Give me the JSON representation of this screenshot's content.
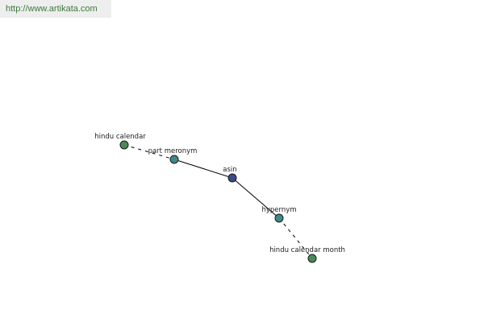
{
  "banner": {
    "url": "http://www.artikata.com",
    "text_color": "#3d7a3d",
    "background": "#eeeeee"
  },
  "graph": {
    "nodes": [
      {
        "id": "hindu-calendar",
        "label": "hindu calendar",
        "color": "#4a8a55"
      },
      {
        "id": "part-meronym",
        "label": "part meronym",
        "color": "#3f8a8a"
      },
      {
        "id": "asin",
        "label": "asin",
        "color": "#3b4a8a"
      },
      {
        "id": "hypernym",
        "label": "hypernym",
        "color": "#3f8a8a"
      },
      {
        "id": "hindu-calendar-month",
        "label": "hindu calendar month",
        "color": "#4a8a55"
      }
    ],
    "edges": [
      {
        "from": "hindu-calendar",
        "to": "part-meronym",
        "style": "dashed"
      },
      {
        "from": "part-meronym",
        "to": "asin",
        "style": "solid"
      },
      {
        "from": "asin",
        "to": "hypernym",
        "style": "solid"
      },
      {
        "from": "hypernym",
        "to": "hindu-calendar-month",
        "style": "dashed"
      }
    ]
  }
}
